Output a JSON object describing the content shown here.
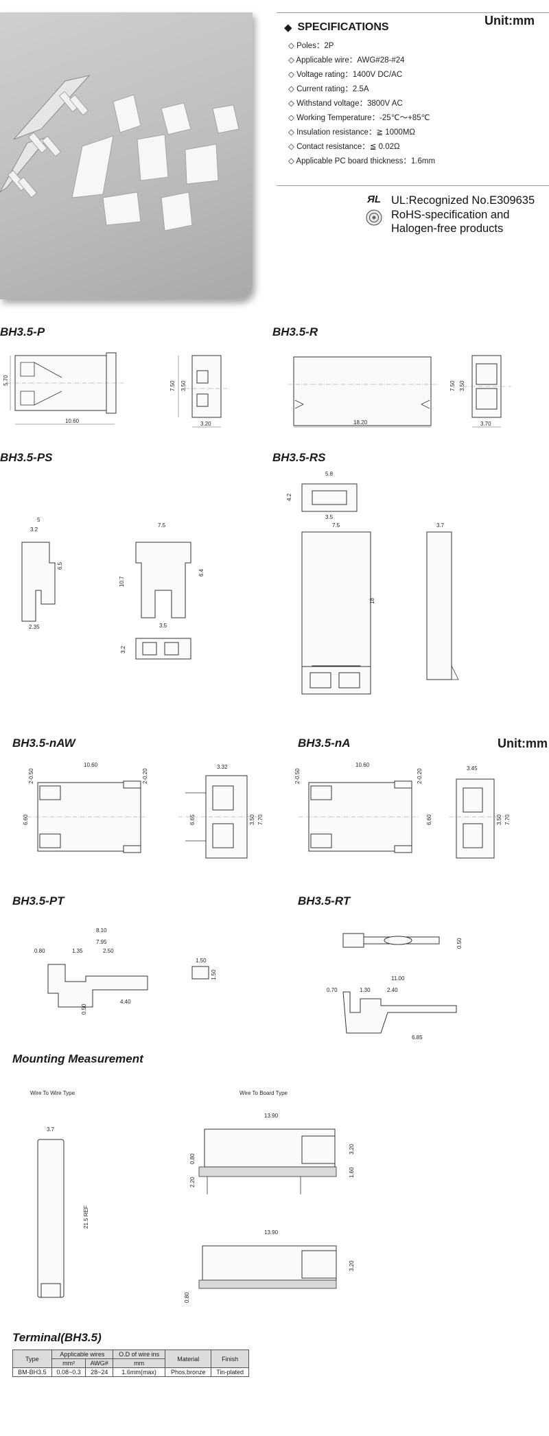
{
  "header": {
    "unit": "Unit:mm"
  },
  "specs": {
    "title": "SPECIFICATIONS",
    "items": [
      "Poles：2P",
      "Applicable wire：AWG#28-#24",
      "Voltage rating：1400V DC/AC",
      "Current rating：2.5A",
      "Withstand voltage：3800V AC",
      "Working Temperature：-25℃～+85℃",
      "Insulation resistance：≧ 1000MΩ",
      "Contact resistance：≦ 0.02Ω",
      "Applicable PC board thickness：1.6mm"
    ]
  },
  "certs": {
    "ul": "UL:Recognized No.E309635",
    "rohs_line1": "RoHS-specification and",
    "rohs_line2": "Halogen-free products",
    "ul_mark": "ЯL"
  },
  "sections": {
    "p": "BH3.5-P",
    "r": "BH3.5-R",
    "ps": "BH3.5-PS",
    "rs": "BH3.5-RS",
    "naw": "BH3.5-nAW",
    "na": "BH3.5-nA",
    "na_unit": "Unit:mm",
    "pt": "BH3.5-PT",
    "rt": "BH3.5-RT",
    "mount": "Mounting Measurement",
    "w2w": "Wire To Wire Type",
    "w2b": "Wire To Board Type",
    "terminal": "Terminal(BH3.5)"
  },
  "dims": {
    "p": [
      "5.70",
      "10.60",
      "7.50",
      "3.50",
      "3.20"
    ],
    "r": [
      "18.20",
      "7.50",
      "3.50",
      "3.70"
    ],
    "ps": [
      "5",
      "3.2",
      "6.5",
      "2.35",
      "7.5",
      "10.7",
      "6.4",
      "3.5",
      "3.2"
    ],
    "rs": [
      "5.8",
      "4.2",
      "3.5",
      "7.5",
      "18",
      "3.7"
    ],
    "naw": [
      "10.60",
      "2-0.50",
      "2-0.20",
      "6.60",
      "3.32",
      "6.65",
      "3.50",
      "7.70"
    ],
    "na": [
      "10.60",
      "2-0.50",
      "2-0.20",
      "6.60",
      "3.45",
      "3.50",
      "7.70"
    ],
    "pt": [
      "8.10",
      "7.95",
      "0.80",
      "1.35",
      "2.50",
      "0.50",
      "4.40",
      "1.50",
      "1.50"
    ],
    "rt": [
      "0.50",
      "11.00",
      "0.70",
      "1.30",
      "2.40",
      "6.85"
    ],
    "mount": [
      "3.7",
      "21.5 REF",
      "13.90",
      "0.80",
      "3.20",
      "2.20",
      "1.60",
      "13.90",
      "3.20",
      "0.80"
    ]
  },
  "terminal_table": {
    "headers": [
      "Type",
      "Applicable wires",
      "O.D of wire ins",
      "Material",
      "Finish"
    ],
    "subheaders": [
      "mm²",
      "AWG#",
      "mm"
    ],
    "row": [
      "BM-BH3.5",
      "0.08~0.3",
      "28~24",
      "1.6mm(max)",
      "Phos.bronze",
      "Tin-plated"
    ]
  }
}
